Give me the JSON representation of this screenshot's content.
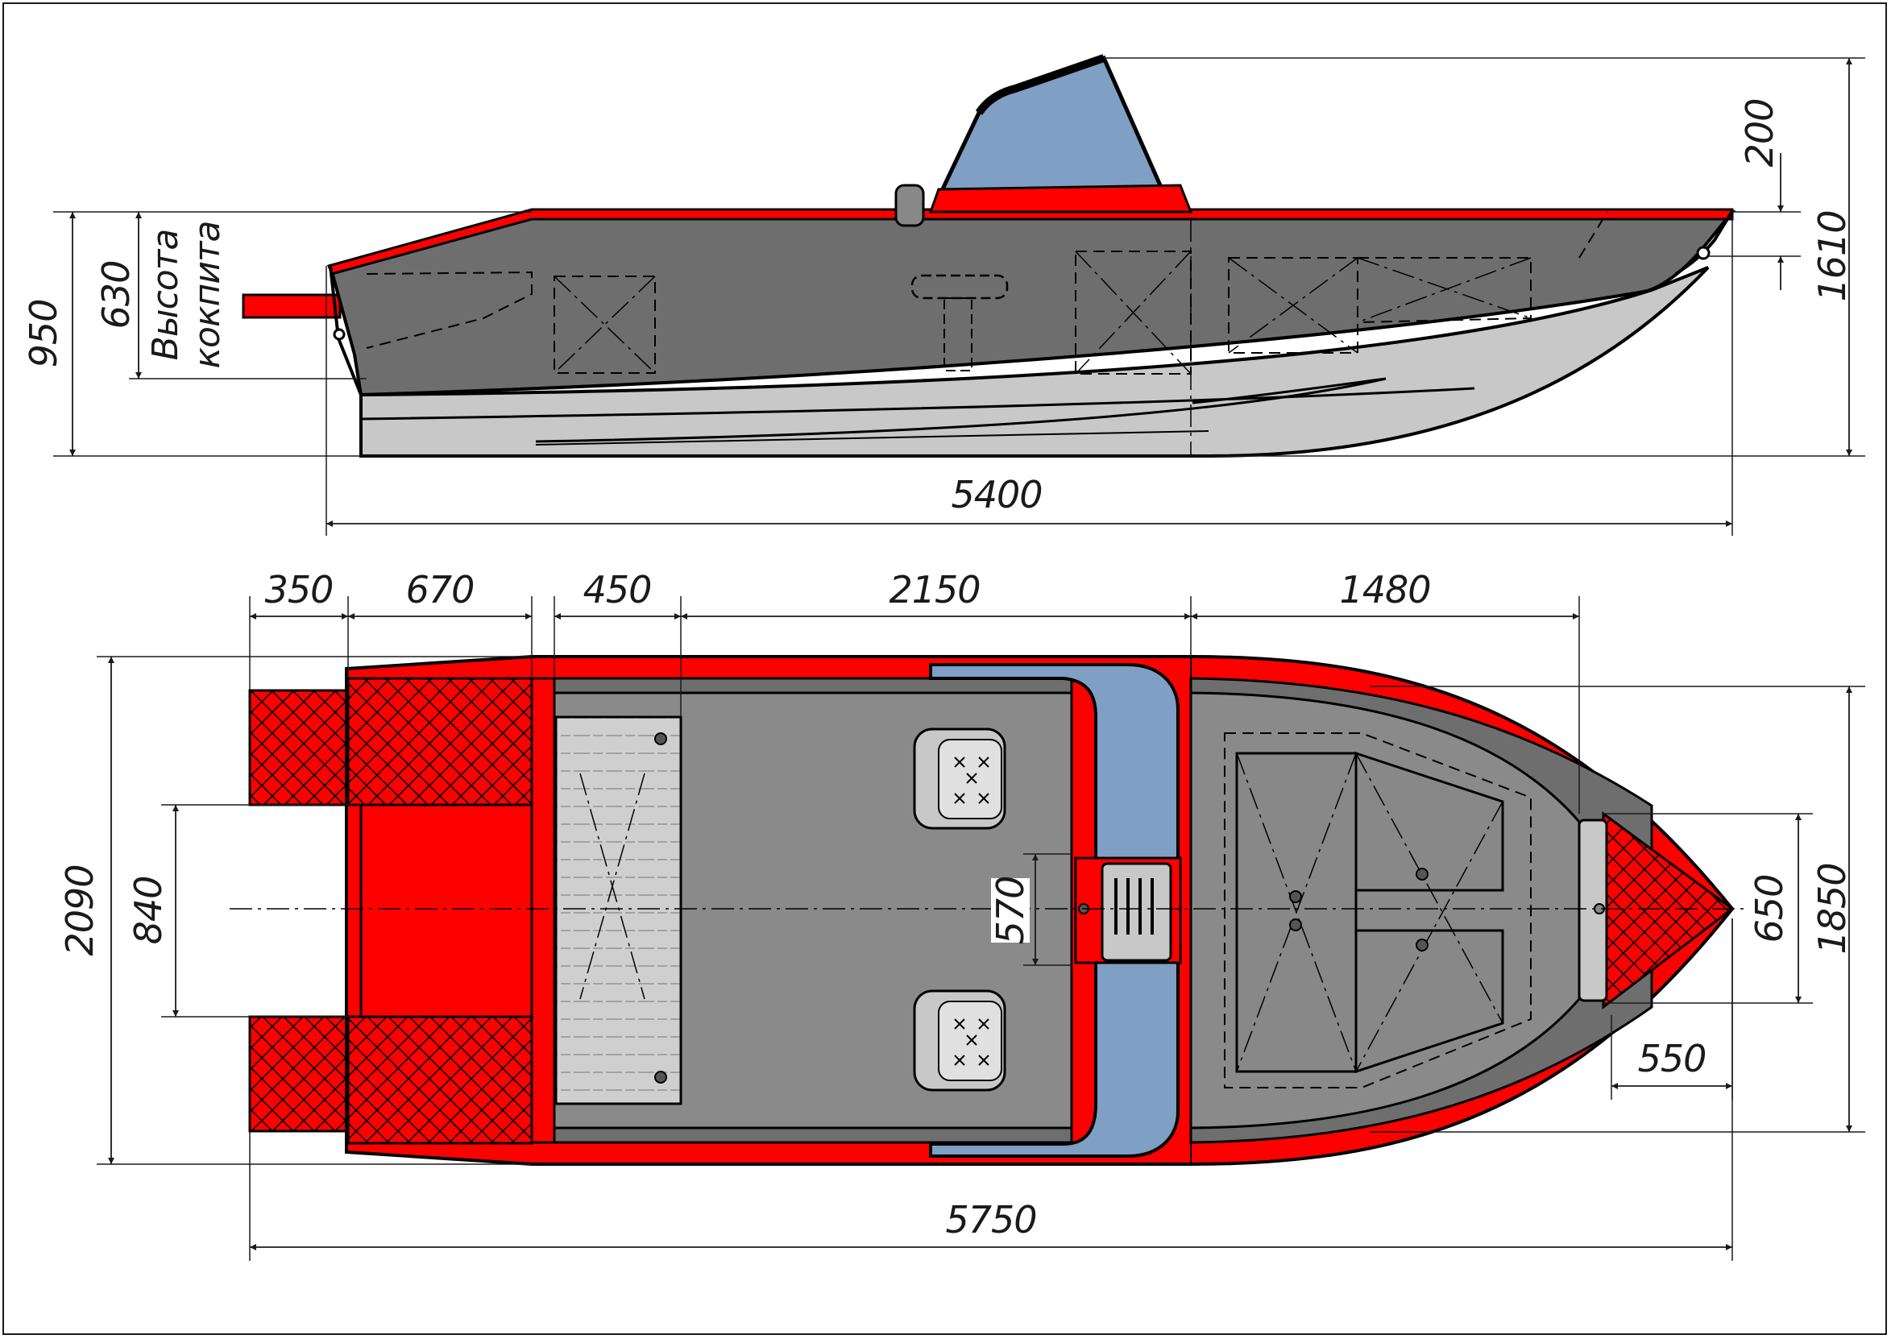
{
  "side_view": {
    "length": "5400",
    "total_height": "1610",
    "windshield_height": "200",
    "hull_height": "950",
    "cockpit_height": "630",
    "cockpit_label_line1": "Высота",
    "cockpit_label_line2": "кокпита"
  },
  "top_view": {
    "total_length": "5750",
    "segments": [
      "350",
      "670",
      "450",
      "2150",
      "1480"
    ],
    "overall_width": "2090",
    "transom_width": "840",
    "console_width": "570",
    "bow_width": "1850",
    "bow_locker_width": "650",
    "bow_locker_length": "550"
  },
  "colors": {
    "hull_red": "#ff0000",
    "deck_gray": "#6e6e6e",
    "floor_gray": "#8a8a8a",
    "light_gray": "#c8c8c8",
    "glass_blue": "#7f9fc4"
  }
}
